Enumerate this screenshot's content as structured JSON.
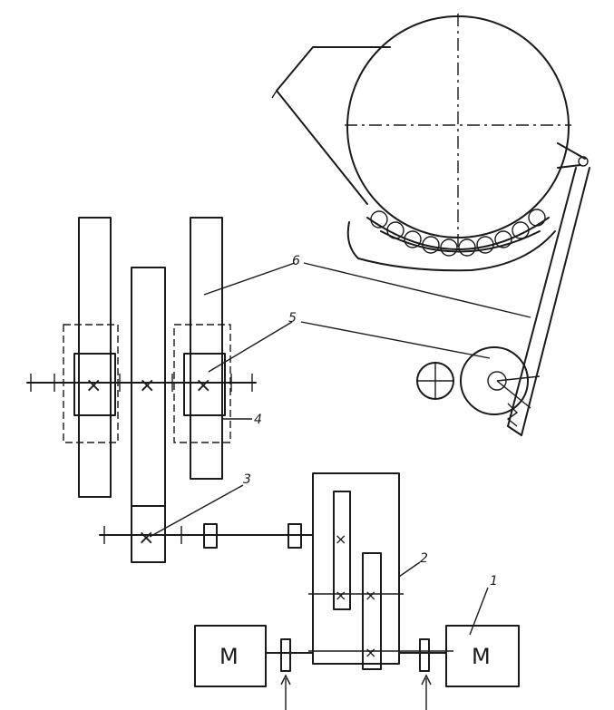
{
  "diagram": {
    "labels": {
      "l1": "1",
      "l2": "2",
      "l3": "3",
      "l4": "4",
      "l5": "5",
      "l6": "6"
    },
    "motors": {
      "left": "M",
      "right": "M"
    }
  }
}
